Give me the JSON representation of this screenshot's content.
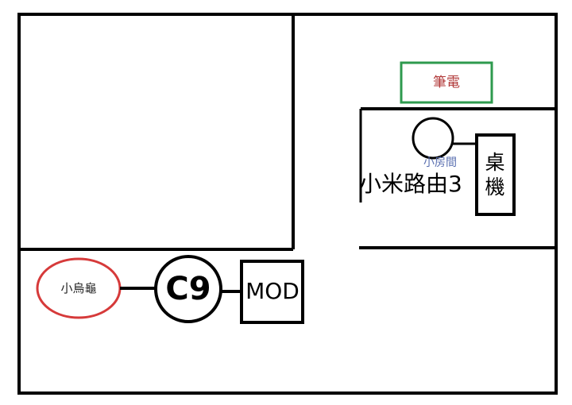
{
  "colors": {
    "wall": "#000000",
    "laptop_border": "#2e9a4e",
    "laptop_text": "#b23a3a",
    "room_label": "#5a6fb0",
    "turtle_border": "#d63a3a"
  },
  "diagram": {
    "laptop_label": "筆電",
    "small_room_label": "小房間",
    "router_label": "小米路由3",
    "desktop_label_line1": "桌",
    "desktop_label_line2": "機",
    "turtle_label": "小烏龜",
    "c9_label": "C9",
    "mod_label": "MOD"
  }
}
